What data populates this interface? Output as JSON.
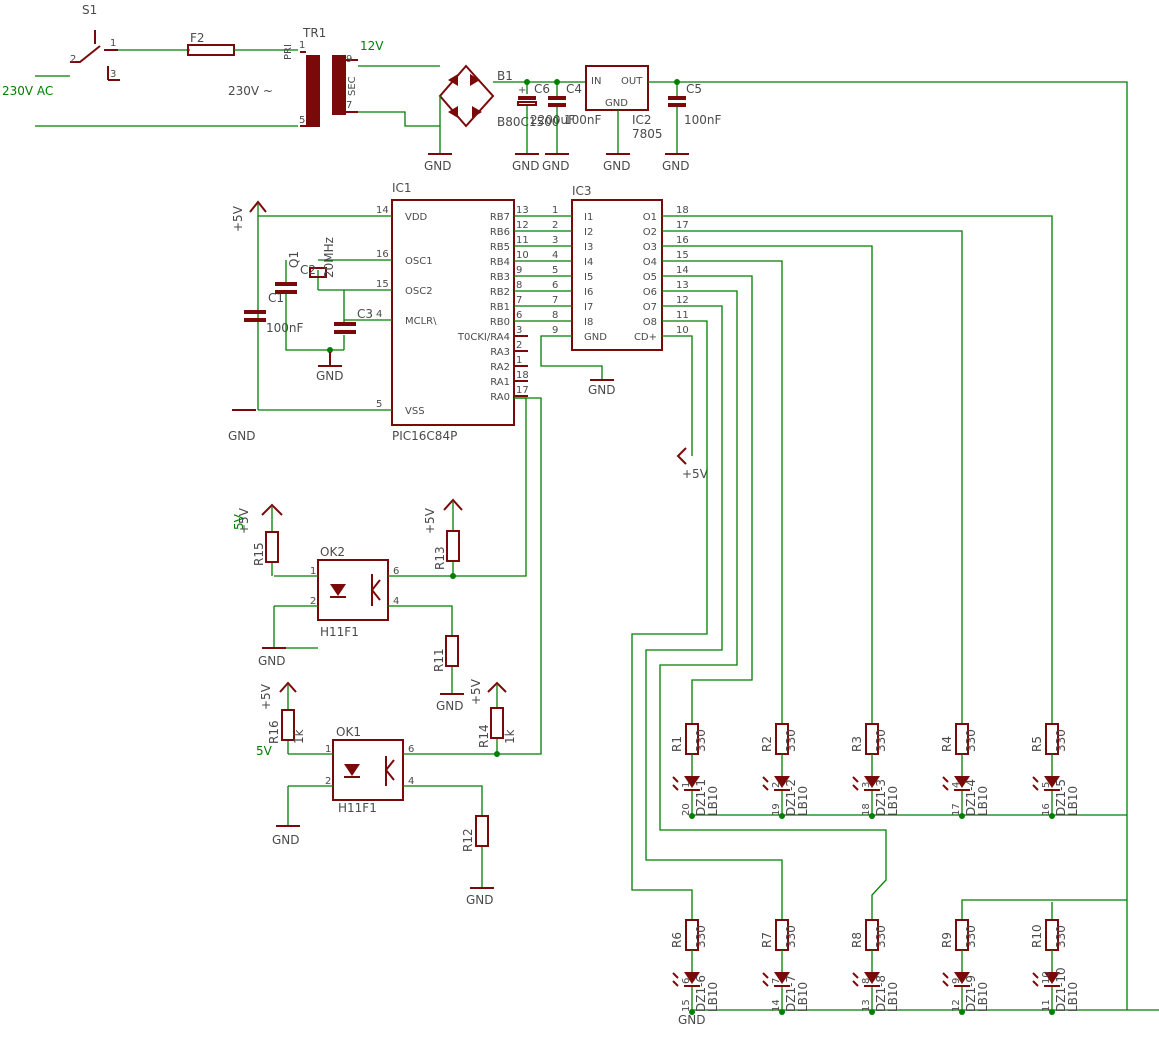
{
  "colors": {
    "wire": "#007f00",
    "symbol": "#7a0a0a",
    "text": "#4a4a4a",
    "background": "#ffffff"
  },
  "power": {
    "s1": "S1",
    "mains_label": "230V AC",
    "f2": "F2",
    "tr1": "TR1",
    "tr1_voltage": "230V ~",
    "pri": "PRI",
    "sec": "SEC",
    "net_12v": "12V",
    "b1": "B1",
    "b1_value": "B80C1500",
    "c6": "C6",
    "c6_value": "2200uF",
    "c4": "C4",
    "c4_value": "100nF",
    "ic2": "IC2",
    "ic2_value": "7805",
    "ic2_in": "IN",
    "ic2_out": "OUT",
    "ic2_gnd": "GND",
    "c5": "C5",
    "c5_value": "100nF"
  },
  "mcu": {
    "name": "IC1",
    "part": "PIC16C84P",
    "left_pins": [
      {
        "num": "14",
        "name": "VDD"
      },
      {
        "num": "16",
        "name": "OSC1"
      },
      {
        "num": "15",
        "name": "OSC2"
      },
      {
        "num": "4",
        "name": "MCLR\\"
      },
      {
        "num": "5",
        "name": "VSS"
      }
    ],
    "right_pins": [
      {
        "num": "13",
        "name": "RB7"
      },
      {
        "num": "12",
        "name": "RB6"
      },
      {
        "num": "11",
        "name": "RB5"
      },
      {
        "num": "10",
        "name": "RB4"
      },
      {
        "num": "9",
        "name": "RB3"
      },
      {
        "num": "8",
        "name": "RB2"
      },
      {
        "num": "7",
        "name": "RB1"
      },
      {
        "num": "6",
        "name": "RB0"
      },
      {
        "num": "3",
        "name": "T0CKI/RA4"
      },
      {
        "num": "2",
        "name": "RA3"
      },
      {
        "num": "1",
        "name": "RA2"
      },
      {
        "num": "18",
        "name": "RA1"
      },
      {
        "num": "17",
        "name": "RA0"
      }
    ],
    "crystal": "Q1",
    "crystal_value": "20MHz",
    "c1": "C1",
    "c1_value": "100nF",
    "c2": "C2",
    "c3": "C3"
  },
  "driver": {
    "name": "IC3",
    "inputs": [
      {
        "num": "1",
        "name": "I1"
      },
      {
        "num": "2",
        "name": "I2"
      },
      {
        "num": "3",
        "name": "I3"
      },
      {
        "num": "4",
        "name": "I4"
      },
      {
        "num": "5",
        "name": "I5"
      },
      {
        "num": "6",
        "name": "I6"
      },
      {
        "num": "7",
        "name": "I7"
      },
      {
        "num": "8",
        "name": "I8"
      },
      {
        "num": "9",
        "name": "GND"
      }
    ],
    "outputs": [
      {
        "num": "18",
        "name": "O1"
      },
      {
        "num": "17",
        "name": "O2"
      },
      {
        "num": "16",
        "name": "O3"
      },
      {
        "num": "15",
        "name": "O4"
      },
      {
        "num": "14",
        "name": "O5"
      },
      {
        "num": "13",
        "name": "O6"
      },
      {
        "num": "12",
        "name": "O7"
      },
      {
        "num": "11",
        "name": "O8"
      },
      {
        "num": "10",
        "name": "CD+"
      }
    ]
  },
  "optos": {
    "ok2": "OK2",
    "ok1": "OK1",
    "part": "H11F1",
    "r15": "R15",
    "r16": "R16",
    "r16_value": "1k",
    "r13": "R13",
    "r14": "R14",
    "r14_value": "1k",
    "r11": "R11",
    "r12": "R12",
    "net_5v": "5V",
    "net_5v_b": "5V"
  },
  "leds": {
    "row1": [
      {
        "r": "R1",
        "rv": "330",
        "led": "DZ1-1",
        "part": "LB10",
        "pins": "20",
        "pin_b": "1"
      },
      {
        "r": "R2",
        "rv": "330",
        "led": "DZ1-2",
        "part": "LB10",
        "pins": "19",
        "pin_b": "2"
      },
      {
        "r": "R3",
        "rv": "330",
        "led": "DZ1-3",
        "part": "LB10",
        "pins": "18",
        "pin_b": "3"
      },
      {
        "r": "R4",
        "rv": "330",
        "led": "DZ1-4",
        "part": "LB10",
        "pins": "17",
        "pin_b": "4"
      },
      {
        "r": "R5",
        "rv": "330",
        "led": "DZ1-5",
        "part": "LB10",
        "pins": "16",
        "pin_b": "5"
      }
    ],
    "row2": [
      {
        "r": "R6",
        "rv": "330",
        "led": "DZ1-6",
        "part": "LB10",
        "pins": "15",
        "pin_b": "6"
      },
      {
        "r": "R7",
        "rv": "330",
        "led": "DZ1-7",
        "part": "LB10",
        "pins": "14",
        "pin_b": "7"
      },
      {
        "r": "R8",
        "rv": "330",
        "led": "DZ1-8",
        "part": "LB10",
        "pins": "13",
        "pin_b": "8"
      },
      {
        "r": "R9",
        "rv": "330",
        "led": "DZ1-9",
        "part": "LB10",
        "pins": "12",
        "pin_b": "9"
      },
      {
        "r": "R10",
        "rv": "330",
        "led": "DZ1-10",
        "part": "LB10",
        "pins": "11",
        "pin_b": "10"
      }
    ]
  },
  "labels": {
    "gnd": "GND",
    "vcc": "+5V"
  }
}
